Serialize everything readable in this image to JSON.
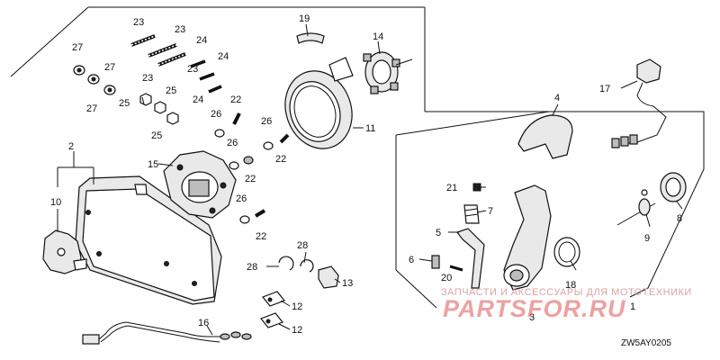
{
  "diagram": {
    "drawing_code": "ZW5AY0205",
    "watermark": {
      "tagline": "ЗАПЧАСТИ И АКСЕССУАРЫ ДЛЯ МОТОТЕХНИКИ",
      "brand": "PARTSFOR.RU"
    },
    "callouts": {
      "c1": "1",
      "c2": "2",
      "c3": "3",
      "c4": "4",
      "c5": "5",
      "c6": "6",
      "c7": "7",
      "c8": "8",
      "c9": "9",
      "c10": "10",
      "c11": "11",
      "c12a": "12",
      "c12b": "12",
      "c13": "13",
      "c14": "14",
      "c15": "15",
      "c16": "16",
      "c17": "17",
      "c18": "18",
      "c19": "19",
      "c20": "20",
      "c21": "21",
      "c22a": "22",
      "c22b": "22",
      "c22c": "22",
      "c22d": "22",
      "c23a": "23",
      "c23b": "23",
      "c23c": "23",
      "c23d": "23",
      "c24a": "24",
      "c24b": "24",
      "c24c": "24",
      "c25a": "25",
      "c25b": "25",
      "c25c": "25",
      "c26a": "26",
      "c26b": "26",
      "c26c": "26",
      "c26d": "26",
      "c27a": "27",
      "c27b": "27",
      "c27c": "27",
      "c28a": "28",
      "c28b": "28"
    }
  }
}
